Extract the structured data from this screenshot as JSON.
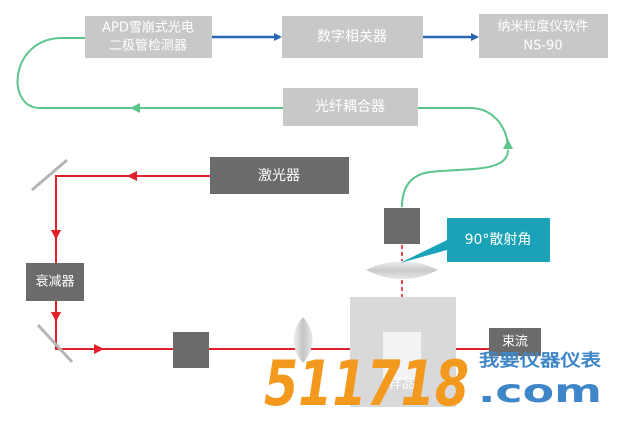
{
  "boxes": {
    "apd_line1": "APD雪崩式光电",
    "apd_line2": "二极管检测器",
    "correlator": "数字相关器",
    "software_line1": "纳米粒度仪软件",
    "software_line2": "NS-90",
    "coupler": "光纤耦合器",
    "laser": "激光器",
    "attenuator": "衰减器",
    "angle": "90°散射角",
    "flow": "束流",
    "sample": "样品"
  },
  "watermark": {
    "number": "511718",
    "cn": "我要仪器仪表",
    "com": ".com"
  },
  "colors": {
    "grey_box": "#c8c8c8",
    "dark_box": "#6b6b6b",
    "teal": "#1aa3b8",
    "laser_red": "#e0202a",
    "fiber_green": "#5cc58a",
    "signal_blue": "#2a66b0",
    "watermark_orange": "#f39a1e",
    "watermark_blue": "#3f86c8"
  }
}
